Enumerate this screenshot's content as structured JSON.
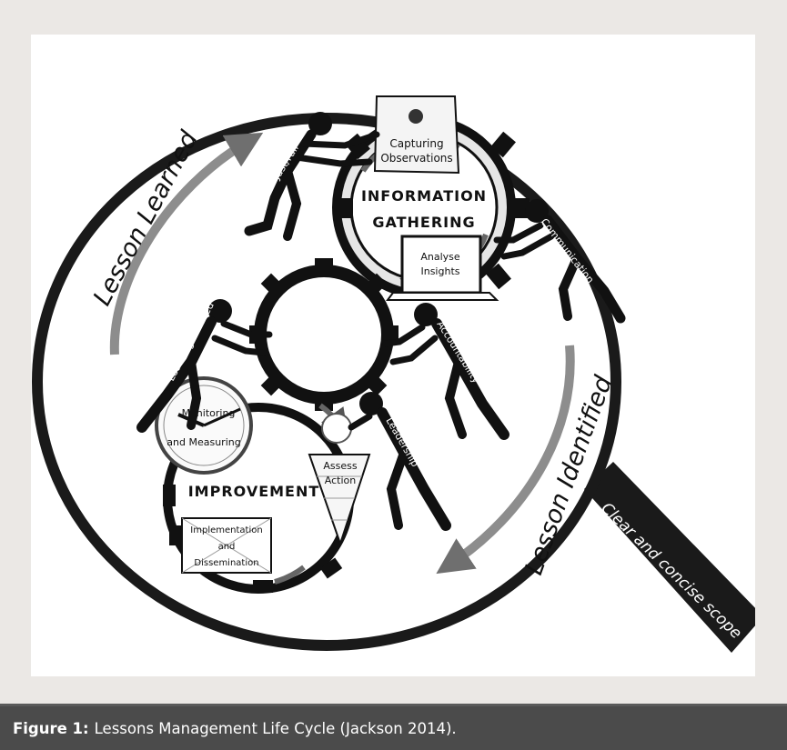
{
  "figure": {
    "labels": {
      "lesson_learned": "Lesson Learned",
      "lesson_identified": "Lesson Identified",
      "handle": "Clear and concise scope",
      "info_gathering_1": "INFORMATION",
      "info_gathering_2": "GATHERING",
      "improvement": "IMPROVEMENT",
      "capturing_1": "Capturing",
      "capturing_2": "Observations",
      "analyse_1": "Analyse",
      "analyse_2": "Insights",
      "monitoring_1": "Monitoring",
      "monitoring_2": "and Measuring",
      "assess_1": "Assess",
      "assess_2": "Action",
      "implementation_1": "Implementation",
      "implementation_2": "and",
      "implementation_3": "Dissemination",
      "just_fair": "Just/Fair",
      "communication": "Communication",
      "accountability": "Accountability",
      "learning_focused": "Learning Focused",
      "leadership": "Leadership"
    }
  },
  "caption": {
    "label": "Figure 1:",
    "text": "Lessons Management Life Cycle (Jackson 2014)."
  },
  "colors": {
    "background": "#ebe8e5",
    "caption_bar": "#4b4b4b",
    "ink": "#111111",
    "arrow_grey": "#7a7a7a"
  }
}
